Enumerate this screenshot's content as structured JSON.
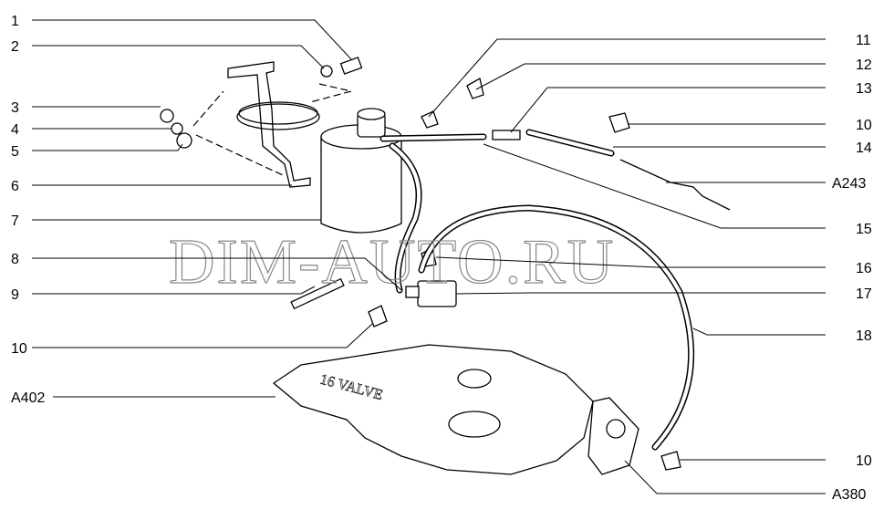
{
  "diagram": {
    "watermark": "DIM-AUTO.RU",
    "left_labels": [
      "1",
      "2",
      "3",
      "4",
      "5",
      "6",
      "7",
      "8",
      "9",
      "10",
      "A402"
    ],
    "right_labels": [
      "11",
      "12",
      "13",
      "10",
      "14",
      "A243",
      "15",
      "16",
      "17",
      "18",
      "10",
      "A380"
    ]
  }
}
